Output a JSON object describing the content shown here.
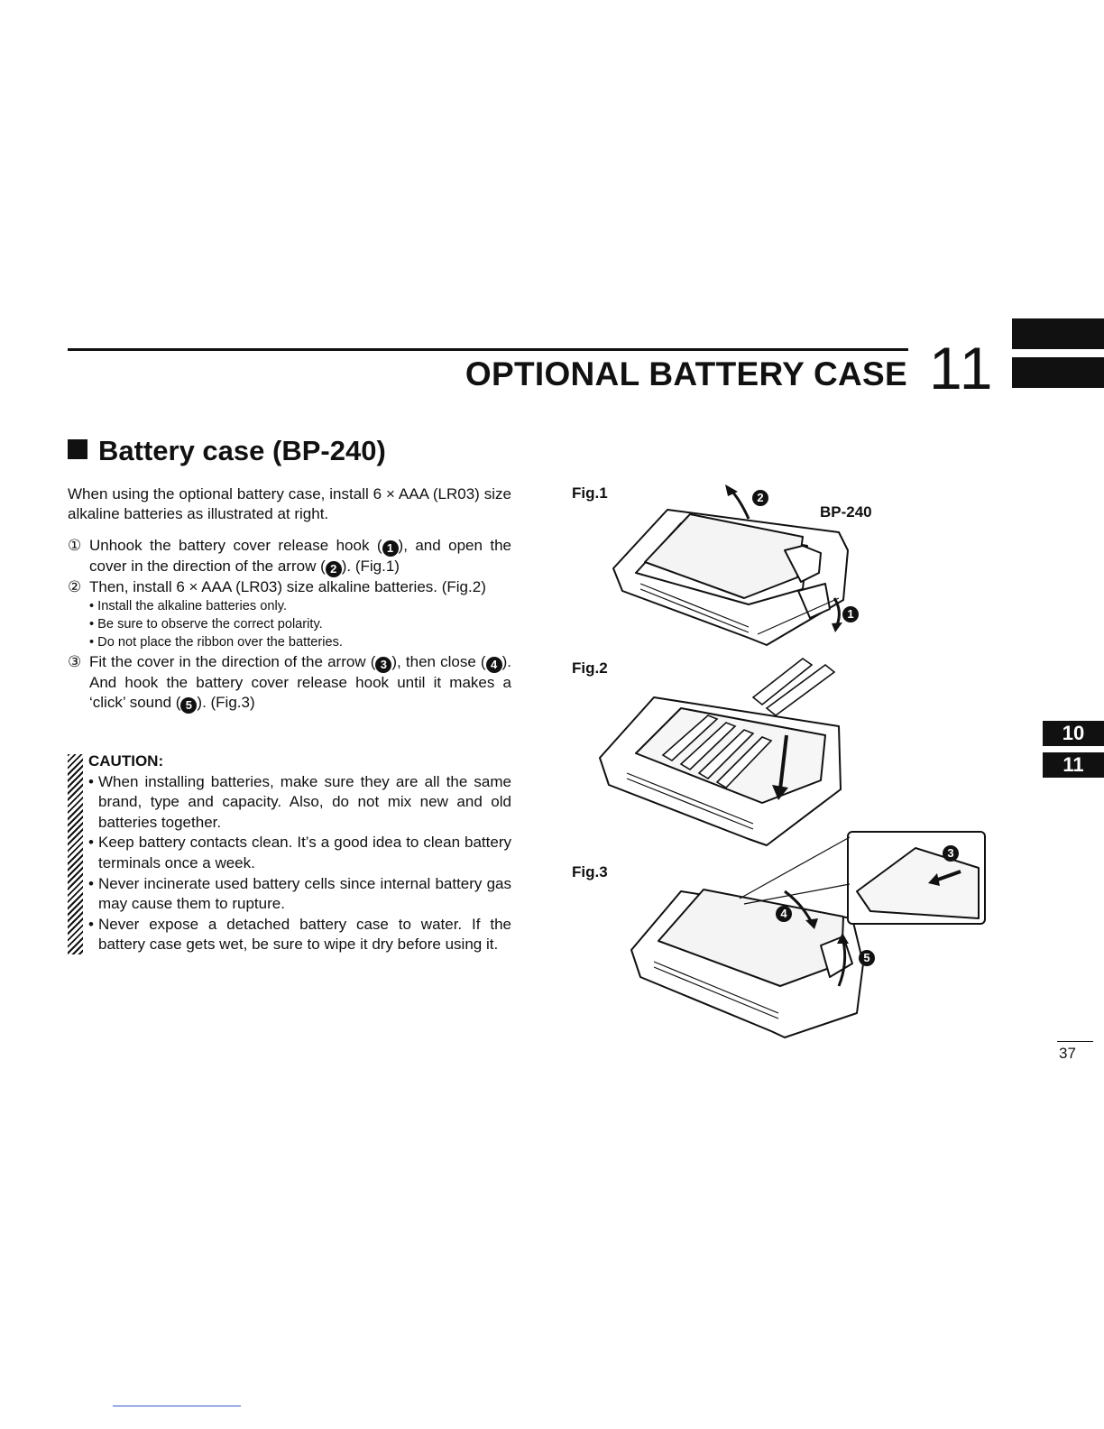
{
  "header": {
    "section_title": "OPTIONAL BATTERY CASE",
    "chapter_number": "11"
  },
  "side_tabs": [
    "10",
    "11"
  ],
  "subheading": "Battery case (BP-240)",
  "intro": "When using the optional battery case, install 6 × AAA (LR03) size alkaline batteries as illustrated at right.",
  "steps": [
    {
      "marker": "①",
      "before": "Unhook the battery cover release hook (",
      "ref1": "1",
      "middle": "), and open the cover in the direction of the arrow (",
      "ref2": "2",
      "after": "). (Fig.1)"
    },
    {
      "marker": "②",
      "text": "Then, install 6 × AAA (LR03) size alkaline batteries. (Fig.2)",
      "bullets": [
        "• Install the alkaline batteries only.",
        "• Be sure to observe the correct polarity.",
        "• Do not place the ribbon over the batteries."
      ]
    },
    {
      "marker": "③",
      "before": "Fit the cover in the direction of the arrow (",
      "ref1": "3",
      "middle": "), then close (",
      "ref2": "4",
      "middle2": "). And hook the battery cover release hook until it makes a ‘click’ sound (",
      "ref3": "5",
      "after": ").  (Fig.3)"
    }
  ],
  "caution": {
    "title": "CAUTION:",
    "items": [
      "When installing batteries, make sure they are all the same brand, type and capacity. Also, do not mix new and old batteries together.",
      "Keep battery contacts clean. It’s a good idea to clean battery terminals once a week.",
      "Never incinerate used battery cells since internal battery gas may cause them to rupture.",
      "Never expose a detached battery case to water. If the battery case gets wet, be sure to wipe it dry before using it."
    ]
  },
  "figures": {
    "fig1_label": "Fig.1",
    "fig2_label": "Fig.2",
    "fig3_label": "Fig.3",
    "model_label": "BP-240",
    "callouts": [
      "1",
      "2",
      "3",
      "4",
      "5"
    ]
  },
  "page_number": "37"
}
